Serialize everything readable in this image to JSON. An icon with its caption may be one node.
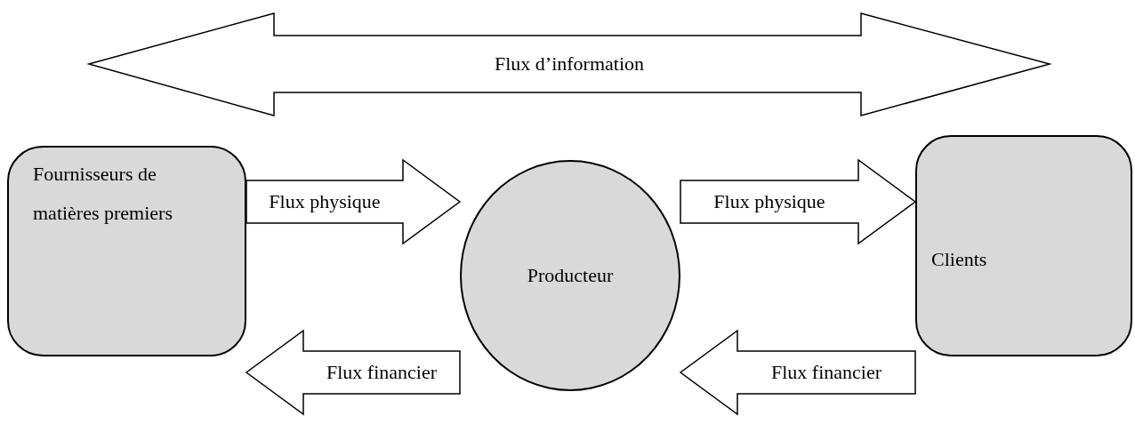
{
  "diagram": {
    "nodes": [
      {
        "text": [
          "Fournisseurs de matières premiers"
        ]
      },
      {
        "text": [
          "Producteur"
        ]
      },
      {
        "text": [
          "Clients"
        ]
      }
    ],
    "edges": [
      {
        "from": 0,
        "to": 1,
        "arrow": "to",
        "label": "Flux physique"
      },
      {
        "from": 1,
        "to": 2,
        "arrow": "to",
        "label": "Flux physique"
      },
      {
        "from": 2,
        "to": 1,
        "arrow": "to",
        "label": "Flux financier"
      },
      {
        "from": 1,
        "to": 0,
        "arrow": "to",
        "label": "Flux financier"
      }
    ],
    "labels": [
      "Flux d’information"
    ]
  }
}
